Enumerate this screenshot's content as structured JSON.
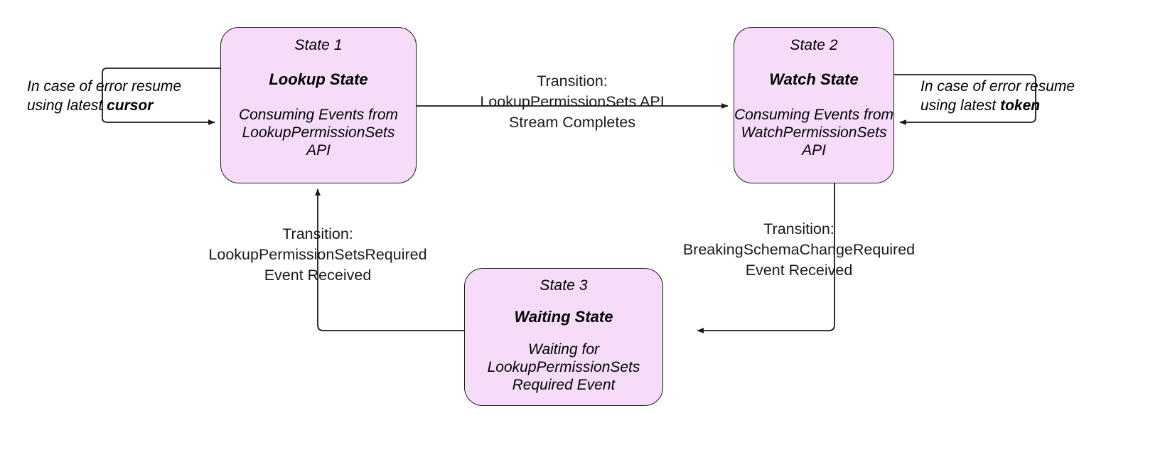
{
  "diagram": {
    "type": "state-machine",
    "background": "#ffffff",
    "node_fill": "#f7dcfa",
    "node_stroke": "#1a1a1a",
    "edge_stroke": "#333333",
    "states": [
      {
        "index_label": "State 1",
        "name": "Lookup State",
        "description_lines": [
          "Consuming Events from",
          "LookupPermissionSets",
          "API"
        ]
      },
      {
        "index_label": "State 2",
        "name": "Watch State",
        "description_lines": [
          "Consuming Events from",
          "WatchPermissionSets",
          "API"
        ]
      },
      {
        "index_label": "State 3",
        "name": "Waiting State",
        "description_lines": [
          "Waiting for",
          "LookupPermissionSets",
          "Required Event"
        ]
      }
    ],
    "transitions": [
      {
        "from": "State 1",
        "to": "State 2",
        "lines": [
          "Transition:",
          "LookupPermissionSets API",
          "Stream Completes"
        ]
      },
      {
        "from": "State 3",
        "to": "State 1",
        "lines": [
          "Transition:",
          "LookupPermissionSetsRequired",
          "Event Received"
        ]
      },
      {
        "from": "State 2",
        "to": "State 3",
        "lines": [
          "Transition:",
          "BreakingSchemaChangeRequired",
          "Event Received"
        ]
      }
    ],
    "self_loops": [
      {
        "on": "State 1",
        "line1": "In case of error resume",
        "line2_prefix": "using latest ",
        "line2_emphasis": "cursor"
      },
      {
        "on": "State 2",
        "line1": "In case of error resume",
        "line2_prefix": "using latest ",
        "line2_emphasis": "token"
      }
    ]
  }
}
